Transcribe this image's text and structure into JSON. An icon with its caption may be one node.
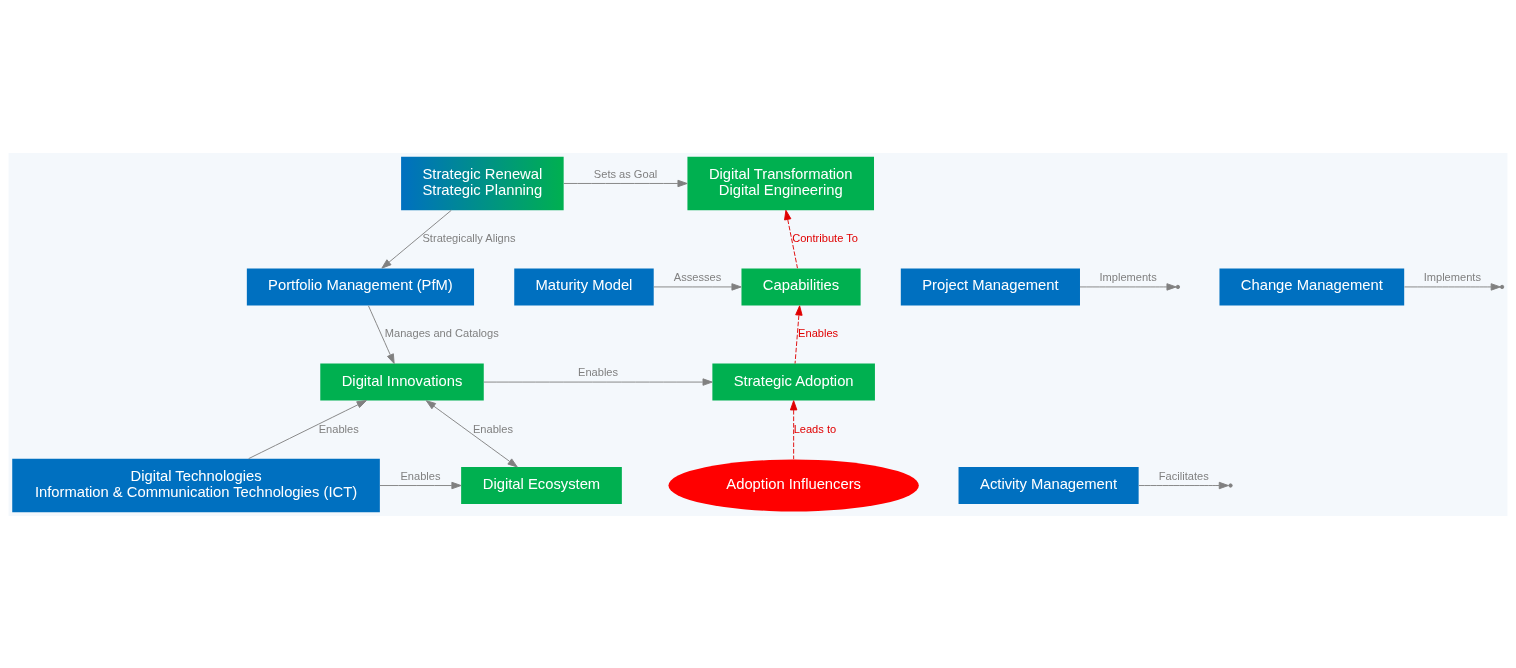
{
  "diagram": {
    "nodes": [
      {
        "text": [
          "Strategic Renewal",
          "Strategic Planning"
        ]
      },
      {
        "text": [
          "Digital Transformation",
          "Digital Engineering"
        ]
      },
      {
        "text": [
          "Capabilities"
        ]
      },
      {
        "text": [
          "Maturity Model"
        ]
      },
      {
        "text": [
          "Portfolio Management (PfM)"
        ]
      },
      {
        "text": [
          "Project Management"
        ]
      },
      {
        "text": [
          "Change Management"
        ]
      },
      {
        "text": [
          "Digital Innovations"
        ]
      },
      {
        "text": [
          "Strategic Adoption"
        ]
      },
      {
        "text": [
          "Activity Management"
        ]
      },
      {
        "text": [
          "Digital Technologies",
          "Information & Communication Technologies (ICT)"
        ]
      },
      {
        "text": [
          "Digital Ecosystem"
        ]
      },
      {
        "text": [
          "Adoption Influencers"
        ]
      }
    ],
    "edges": [
      {
        "from": 0,
        "to": 1,
        "arrow": "to",
        "label": "Sets as Goal"
      },
      {
        "from": 0,
        "to": 4,
        "arrow": "to",
        "label": "Strategically Aligns"
      },
      {
        "from": 2,
        "to": 1,
        "arrow": "to",
        "label": "Contribute To",
        "style": "dashed",
        "color": "#e00000"
      },
      {
        "from": 3,
        "to": 2,
        "arrow": "to",
        "label": "Assesses"
      },
      {
        "from": 8,
        "to": 2,
        "arrow": "to",
        "label": "Enables",
        "style": "dashed",
        "color": "#e00000"
      },
      {
        "from": 5,
        "to": null,
        "arrow": "to",
        "label": "Implements"
      },
      {
        "from": 6,
        "to": null,
        "arrow": "to",
        "label": "Implements"
      },
      {
        "from": 4,
        "to": 7,
        "arrow": "to",
        "label": "Manages and Catalogs"
      },
      {
        "from": 7,
        "to": 8,
        "arrow": "to",
        "label": "Enables"
      },
      {
        "from": 7,
        "to": 11,
        "arrow": "both",
        "label": "Enables"
      },
      {
        "from": 10,
        "to": 7,
        "arrow": "to",
        "label": "Enables"
      },
      {
        "from": 10,
        "to": 11,
        "arrow": "to",
        "label": "Enables"
      },
      {
        "from": 12,
        "to": 8,
        "arrow": "to",
        "label": "Leads to",
        "style": "dashed",
        "color": "#e00000"
      },
      {
        "from": 9,
        "to": null,
        "arrow": "to",
        "label": "Facilitates"
      }
    ]
  }
}
